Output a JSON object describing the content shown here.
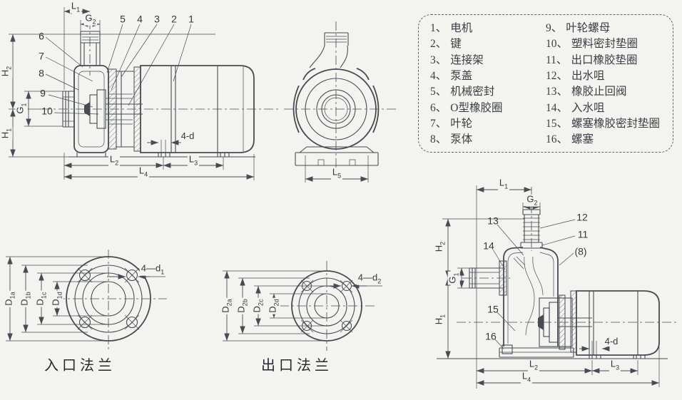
{
  "colors": {
    "paper": "#f3f4f0",
    "line": "#474c53",
    "text": "#33373c",
    "hatch": "#70757b",
    "legendtext": "#3a3e43"
  },
  "legend": {
    "left": [
      {
        "num": "1、",
        "label": "电机"
      },
      {
        "num": "2、",
        "label": "键"
      },
      {
        "num": "3、",
        "label": "连接架"
      },
      {
        "num": "4、",
        "label": "泵盖"
      },
      {
        "num": "5、",
        "label": "机械密封"
      },
      {
        "num": "6、",
        "label": "O型橡胶圈"
      },
      {
        "num": "7、",
        "label": "叶轮"
      },
      {
        "num": "8、",
        "label": "泵体"
      }
    ],
    "right": [
      {
        "num": "9、",
        "label": "叶轮螺母"
      },
      {
        "num": "10、",
        "label": "塑料密封垫圈"
      },
      {
        "num": "11、",
        "label": "出口橡胶垫圈"
      },
      {
        "num": "12、",
        "label": "出水咀"
      },
      {
        "num": "13、",
        "label": "橡胶止回阀"
      },
      {
        "num": "14、",
        "label": "入水咀"
      },
      {
        "num": "15、",
        "label": "螺塞橡胶密封垫圈"
      },
      {
        "num": "16、",
        "label": "螺塞"
      }
    ]
  },
  "side_view": {
    "dims": {
      "L1": {
        "base": "L",
        "sub": "1"
      },
      "G2": {
        "base": "G",
        "sub": "2"
      },
      "H2": {
        "base": "H",
        "sub": "2"
      },
      "G1": {
        "base": "G",
        "sub": "1"
      },
      "H1": {
        "base": "H",
        "sub": "1"
      },
      "L2": {
        "base": "L",
        "sub": "2"
      },
      "L3": {
        "base": "L",
        "sub": "3"
      },
      "L4": {
        "base": "L",
        "sub": "4"
      }
    },
    "bolt": "4-d",
    "parts_top": [
      "5",
      "4",
      "3",
      "2",
      "1"
    ],
    "parts_left": [
      "6",
      "7",
      "8",
      "9",
      "10"
    ]
  },
  "front_view": {
    "dims": {
      "L5": {
        "base": "L",
        "sub": "5"
      }
    }
  },
  "inlet_flange": {
    "title": "入口法兰",
    "dims": {
      "D1a": {
        "base": "D",
        "sub": "1a"
      },
      "D1b": {
        "base": "D",
        "sub": "1b"
      },
      "D1c": {
        "base": "D",
        "sub": "1c"
      },
      "D1d": {
        "base": "D",
        "sub": "1d"
      }
    },
    "bolt": {
      "base": "4—d",
      "sub": "1"
    }
  },
  "outlet_flange": {
    "title": "出口法兰",
    "dims": {
      "D2a": {
        "base": "D",
        "sub": "2a"
      },
      "D2b": {
        "base": "D",
        "sub": "2b"
      },
      "D2c": {
        "base": "D",
        "sub": "2c"
      },
      "D2d": {
        "base": "D",
        "sub": "2d"
      }
    },
    "bolt": {
      "base": "4—d",
      "sub": "2"
    }
  },
  "priming_view": {
    "dims": {
      "L1": {
        "base": "L",
        "sub": "1"
      },
      "G2": {
        "base": "G",
        "sub": "2"
      },
      "H2": {
        "base": "H",
        "sub": "2"
      },
      "G1": {
        "base": "G",
        "sub": "1"
      },
      "H1": {
        "base": "H",
        "sub": "1"
      },
      "L2": {
        "base": "L",
        "sub": "2"
      },
      "L3": {
        "base": "L",
        "sub": "3"
      },
      "L4": {
        "base": "L",
        "sub": "4"
      }
    },
    "bolt": "4-d",
    "parts": {
      "p12": "12",
      "p11": "11",
      "p8": "(8)",
      "p13": "13",
      "p14": "14",
      "p15": "15",
      "p16": "16"
    }
  }
}
